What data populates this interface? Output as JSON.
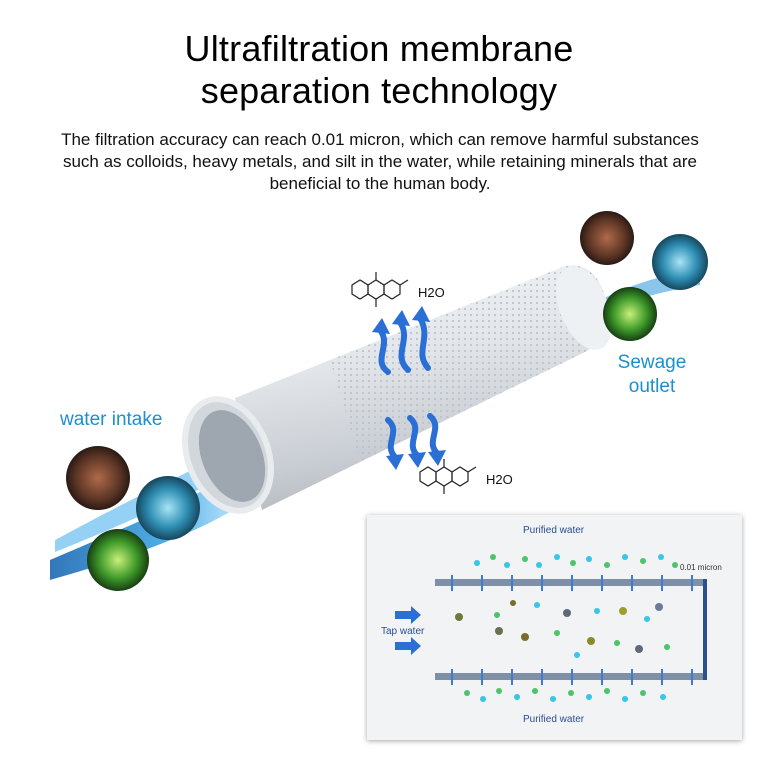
{
  "header": {
    "title_line1": "Ultrafiltration membrane",
    "title_line2": "separation technology",
    "description": "The filtration accuracy can reach 0.01 micron, which can remove harmful substances such as colloids, heavy metals, and silt in the water, while retaining minerals that are beneficial to the human body."
  },
  "illustration": {
    "intake_label": "water intake",
    "outlet_label": "Sewage outlet",
    "molecule_label_top": "H2O",
    "molecule_label_bottom": "H2O"
  },
  "inset_diagram": {
    "top_label": "Purified water",
    "bottom_label": "Purified water",
    "inlet_label": "Tap water",
    "pore_label": "0.01 micron"
  },
  "colors": {
    "accent_blue": "#1d8fce",
    "arrow_blue": "#2a6fd6",
    "mineral_green": "#4cc46a",
    "mineral_cyan": "#36c6e8"
  }
}
